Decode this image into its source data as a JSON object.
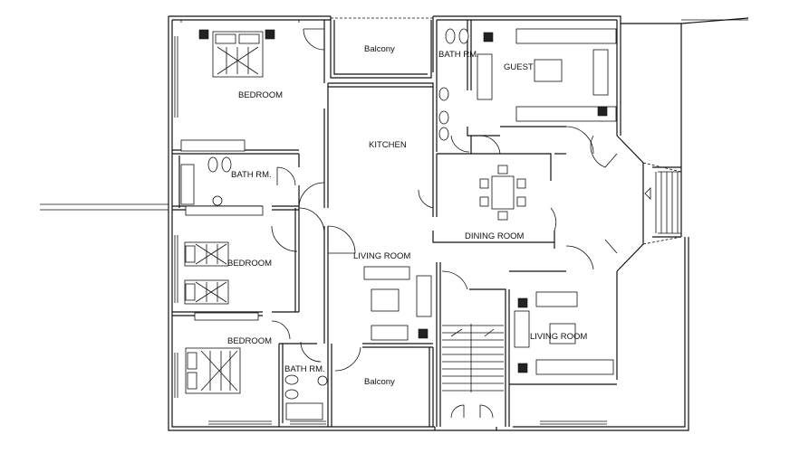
{
  "rooms": {
    "balcony_top": "Balcony",
    "bath_top": "BATH RM.",
    "guest": "GUEST",
    "bedroom_1": "BEDROOM",
    "kitchen": "KITCHEN",
    "bath_mid": "BATH RM.",
    "bedroom_2": "BEDROOM",
    "dining": "DINING ROOM",
    "living_main": "LIVING ROOM",
    "bedroom_3": "BEDROOM",
    "living_right": "LIVING ROOM",
    "bath_bottom": "BATH RM.",
    "balcony_bottom": "Balcony"
  },
  "icons": {
    "bed": "bed-icon",
    "sofa": "sofa-icon",
    "toilet": "toilet-icon",
    "table": "dining-table-icon",
    "stairs": "stairs-icon"
  }
}
